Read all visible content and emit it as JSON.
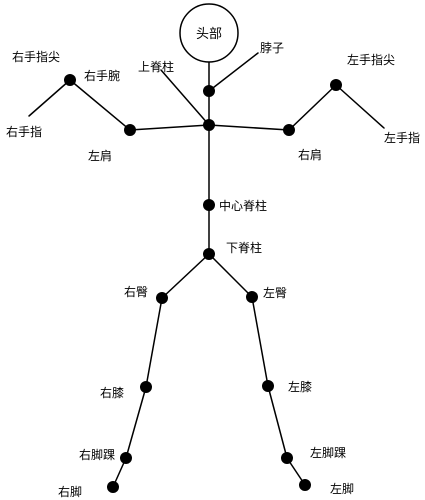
{
  "head": "头部",
  "joints": {
    "neck": "脖子",
    "upper_spine": "上脊柱",
    "spine_mid": "中心脊柱",
    "lower_spine": "下脊柱",
    "left_shoulder_screen": "左肩",
    "right_shoulder_screen": "右肩",
    "right_wrist": "右手腕",
    "right_hand_tip": "右手指尖",
    "right_hand": "右手指",
    "left_hand_tip": "左手指尖",
    "left_hand": "左手指",
    "right_hip": "右臀",
    "left_hip": "左臀",
    "right_knee": "右膝",
    "left_knee": "左膝",
    "right_ankle": "右脚踝",
    "left_ankle": "左脚踝",
    "right_foot": "右脚",
    "left_foot": "左脚"
  }
}
